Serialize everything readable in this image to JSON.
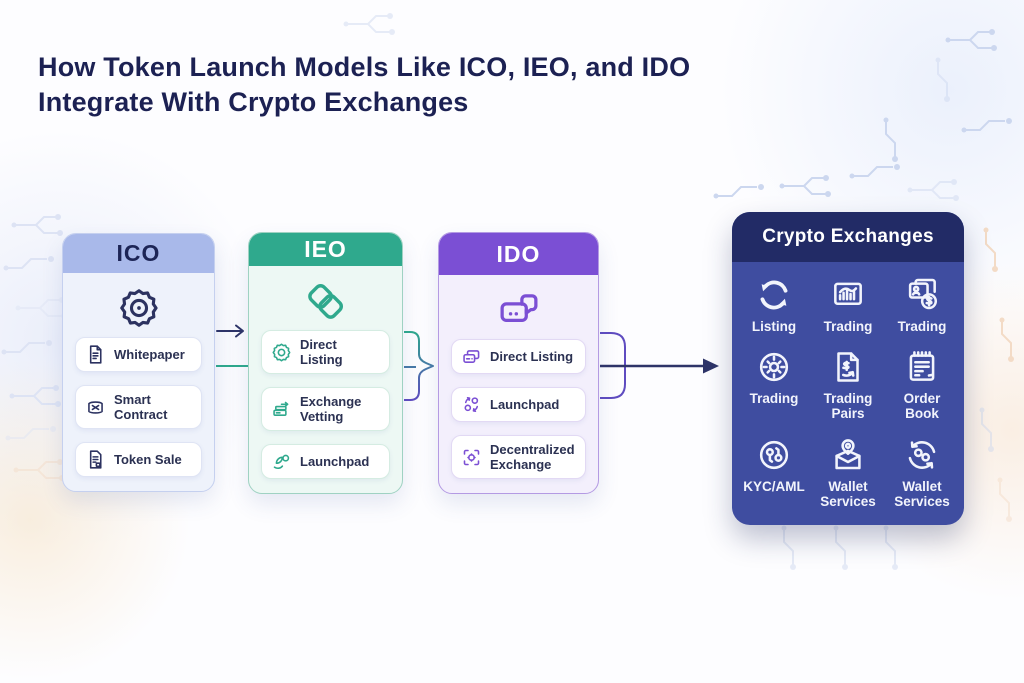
{
  "title": {
    "text": "How Token Launch Models Like ICO, IEO, and IDO\nIntegrate With Crypto Exchanges"
  },
  "cards": [
    {
      "name": "ICO",
      "header_icon": "token-coin-icon",
      "accent_color": "#2c3260",
      "header_bg": "#a9b9ea",
      "items": [
        {
          "icon": "document-icon",
          "label": "Whitepaper"
        },
        {
          "icon": "contract-icon",
          "label": "Smart Contract"
        },
        {
          "icon": "invoice-document-icon",
          "label": "Token Sale"
        }
      ]
    },
    {
      "name": "IEO",
      "header_icon": "interlocked-links-icon",
      "accent_color": "#2fa98d",
      "header_bg": "#2fa98d",
      "items": [
        {
          "icon": "coin-gear-icon",
          "label": "Direct Listing"
        },
        {
          "icon": "stacked-exchange-icon",
          "label": "Exchange Vetting"
        },
        {
          "icon": "leaf-coin-icon",
          "label": "Launchpad"
        }
      ]
    },
    {
      "name": "IDO",
      "header_icon": "token-chat-icon",
      "accent_color": "#7b4fd4",
      "header_bg": "#7b4fd4",
      "items": [
        {
          "icon": "layered-windows-icon",
          "label": "Direct Listing"
        },
        {
          "icon": "coin-orbit-icon",
          "label": "Launchpad"
        },
        {
          "icon": "qr-dex-icon",
          "label": "Decentralized Exchange"
        }
      ]
    }
  ],
  "exchange_panel": {
    "title": "Crypto Exchanges",
    "header_bg": "#222b66",
    "body_bg": "#3f4da0",
    "services": [
      {
        "icon": "cycle-arrows-icon",
        "label": "Listing"
      },
      {
        "icon": "chart-monitor-icon",
        "label": "Trading"
      },
      {
        "icon": "card-coin-icon",
        "label": "Trading"
      },
      {
        "icon": "dial-icon",
        "label": "Trading"
      },
      {
        "icon": "doc-dollar-arrow-icon",
        "label": "Trading Pairs"
      },
      {
        "icon": "notebook-icon",
        "label": "Order Book"
      },
      {
        "icon": "keys-circle-icon",
        "label": "KYC/AML"
      },
      {
        "icon": "map-pin-wallet-icon",
        "label": "Wallet Services"
      },
      {
        "icon": "coins-cycle-icon",
        "label": "Wallet Services"
      }
    ]
  },
  "connector_colors": {
    "arrow": "#2e3468",
    "teal_link": "#2fa98d",
    "purple_link": "#5f4cc0"
  }
}
